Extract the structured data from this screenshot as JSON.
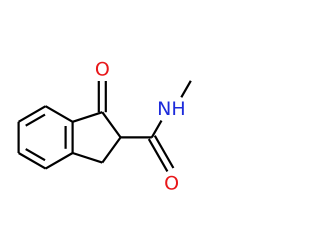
{
  "molecule": {
    "atoms": [
      {
        "id": "o_keto",
        "label": "O",
        "color": "#e8171a"
      },
      {
        "id": "n_amide",
        "label": "NH",
        "color": "#1d2bdb"
      },
      {
        "id": "o_amide",
        "label": "O",
        "color": "#e8171a"
      }
    ]
  }
}
